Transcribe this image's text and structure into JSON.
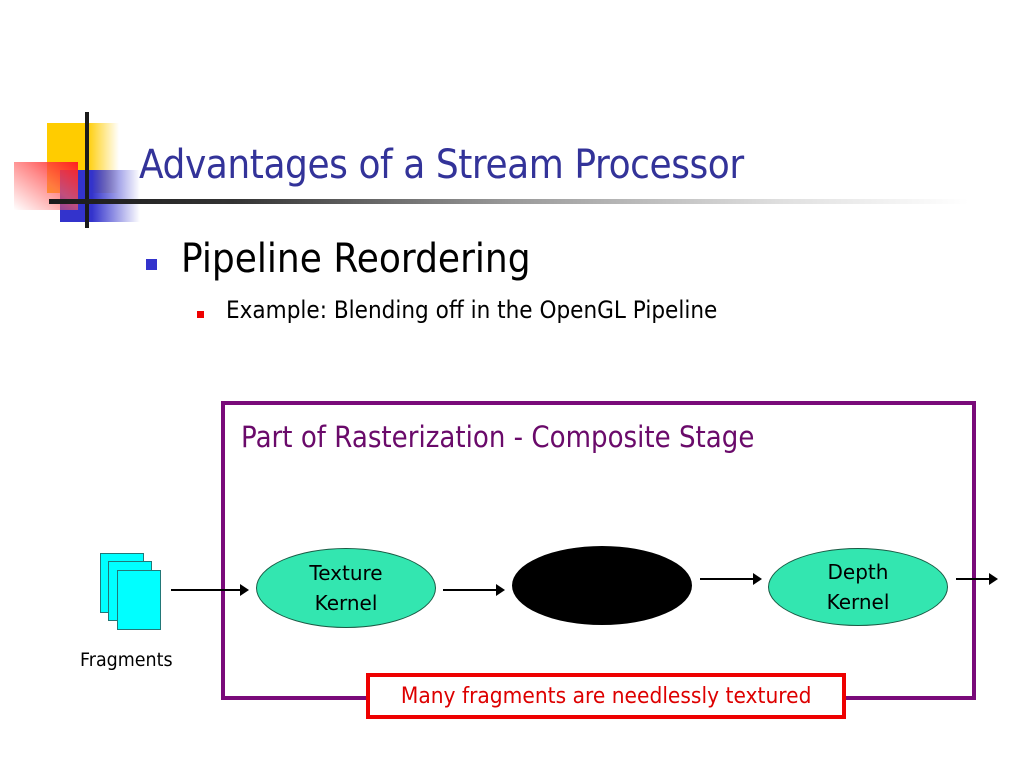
{
  "slide": {
    "title": "Advantages of a Stream Processor",
    "bullets": [
      {
        "level": 1,
        "text": "Pipeline Reordering",
        "bullet_color": "#3333cc"
      },
      {
        "level": 2,
        "text": "Example: Blending off in the OpenGL Pipeline",
        "bullet_color": "#ee0000"
      }
    ]
  },
  "diagram": {
    "stage_box": {
      "label": "Part of Rasterization - Composite Stage",
      "color": "#7a0a7a"
    },
    "input": {
      "label": "Fragments",
      "icon": "stacked-pages-icon",
      "color": "#00ffff"
    },
    "nodes": [
      {
        "id": "texture",
        "label_line1": "Texture",
        "label_line2": "Kernel",
        "color": "#33e6b0"
      },
      {
        "id": "blend",
        "label_line1": "",
        "label_line2": "",
        "color": "#000000"
      },
      {
        "id": "depth",
        "label_line1": "Depth",
        "label_line2": "Kernel",
        "color": "#33e6b0"
      }
    ],
    "edges": [
      {
        "from": "fragments",
        "to": "texture"
      },
      {
        "from": "texture",
        "to": "blend"
      },
      {
        "from": "blend",
        "to": "depth"
      },
      {
        "from": "depth",
        "to": "output"
      }
    ],
    "callout": {
      "text": "Many fragments are needlessly textured",
      "color": "#ee0000"
    }
  }
}
